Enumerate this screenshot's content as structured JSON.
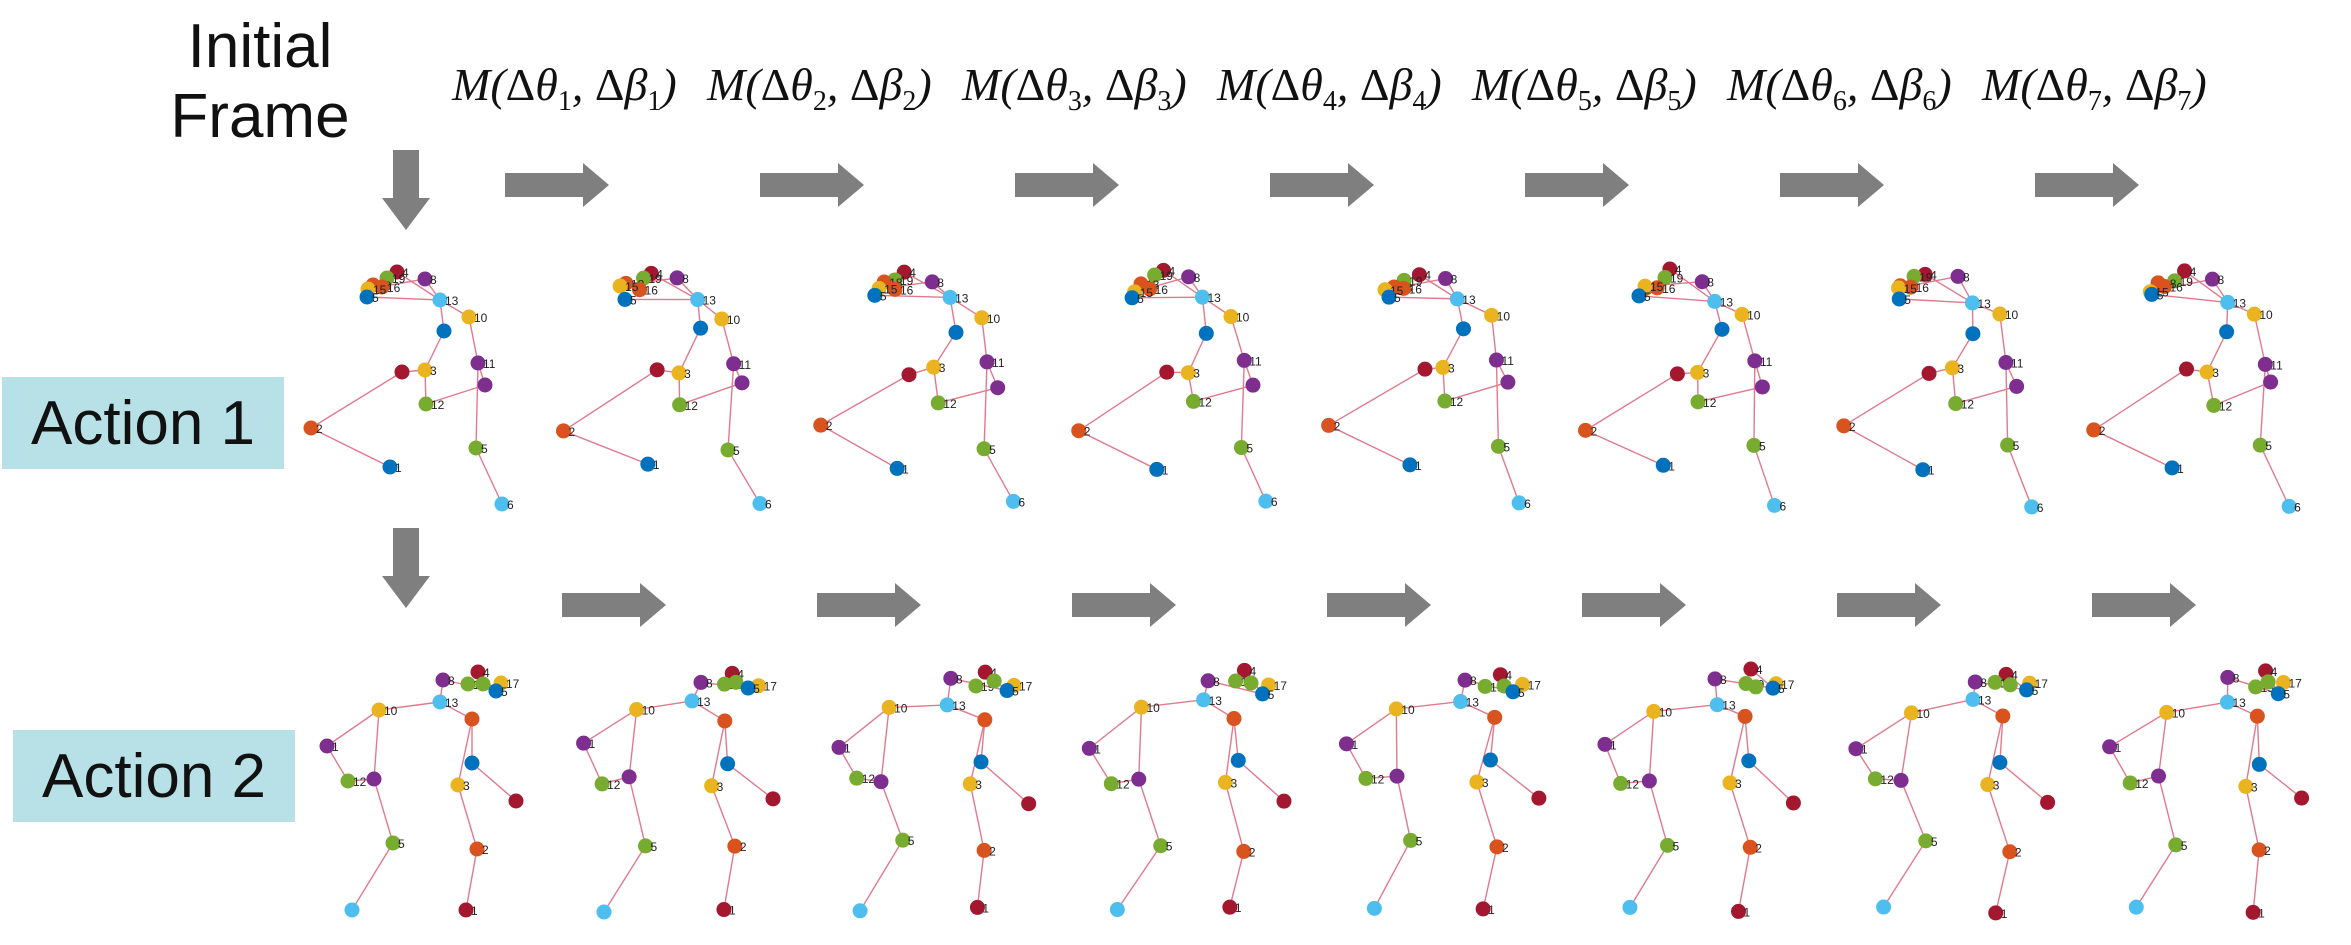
{
  "initial_label": "Initial\nFrame",
  "formulas": [
    {
      "sub": "1"
    },
    {
      "sub": "2"
    },
    {
      "sub": "3"
    },
    {
      "sub": "4"
    },
    {
      "sub": "5"
    },
    {
      "sub": "6"
    },
    {
      "sub": "7"
    }
  ],
  "actions": [
    {
      "label": "Action 1"
    },
    {
      "label": "Action 2"
    }
  ],
  "colors": {
    "arrow": "#7f7f7f",
    "bone": "#e07a8e",
    "action_bg": "#b7e1e6",
    "joint_red": "#a3172f",
    "joint_orange": "#d9531e",
    "joint_yellow": "#eab320",
    "joint_purple": "#7e2e8e",
    "joint_green": "#77ac30",
    "joint_blue": "#0072bd",
    "joint_cyan": "#4dbeee"
  }
}
